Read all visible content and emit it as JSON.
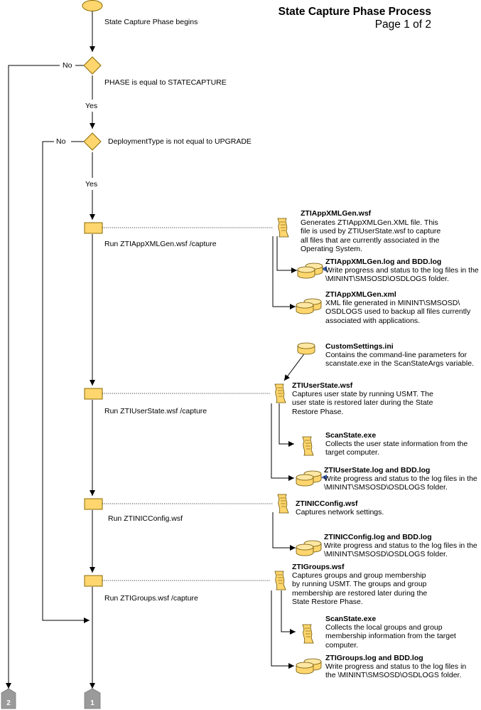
{
  "title": "State Capture Phase Process",
  "subtitle": "Page 1 of 2",
  "start_label": "State Capture Phase begins",
  "decision1": {
    "label": "PHASE is equal to STATECAPTURE",
    "no": "No",
    "yes": "Yes"
  },
  "decision2": {
    "label": "DeploymentType is not equal to UPGRADE",
    "no": "No",
    "yes": "Yes"
  },
  "steps": [
    {
      "label": "Run ZTIAppXMLGen.wsf /capture"
    },
    {
      "label": "Run ZTIUserState.wsf /capture"
    },
    {
      "label": "Run ZTINICConfig.wsf"
    },
    {
      "label": "Run ZTIGroups.wsf /capture"
    }
  ],
  "notes": {
    "appxmlgen_wsf": {
      "title": "ZTIAppXMLGen.wsf",
      "text": "Generates ZTIAppXMLGen.XML file.  This\nfile is used by ZTIUserState.wsf to capture\nall files that are currently associated in the\nOperating System."
    },
    "appxmlgen_log": {
      "title": "ZTIAppXMLGen.log and BDD.log",
      "text": "Write progress and status to the log files in the\n\\MININT\\SMSOSD\\OSDLOGS folder."
    },
    "appxmlgen_xml": {
      "title": "ZTIAppXMLGen.xml",
      "text": "XML file generated in MININT\\SMSOSD\\\nOSDLOGS used to backup all files currently\nassociated with applications."
    },
    "customsettings": {
      "title": "CustomSettings.ini",
      "text": "Contains the command-line parameters for\nscanstate.exe in the ScanStateArgs variable."
    },
    "userstate_wsf": {
      "title": "ZTIUserState.wsf",
      "text": "Captures user state by running USMT. The\nuser state is restored later during the State\nRestore Phase."
    },
    "scanstate1": {
      "title": "ScanState.exe",
      "text": "Collects the user state information from the\ntarget computer."
    },
    "userstate_log": {
      "title": "ZTIUserState.log and BDD.log",
      "text": "Write progress and status to the log files in the\n\\MININT\\SMSOSD\\OSDLOGS folder."
    },
    "nicconfig_wsf": {
      "title": "ZTINICConfig.wsf",
      "text": "Captures network settings."
    },
    "nicconfig_log": {
      "title": "ZTINICConfig.log and BDD.log",
      "text": "Write progress and status to the log files in the\n\\MININT\\SMSOSD\\OSDLOGS folder."
    },
    "groups_wsf": {
      "title": "ZTIGroups.wsf",
      "text": "Captures groups and group membership\nby running USMT. The groups and group\nmembership are restored later during the\nState Restore Phase."
    },
    "scanstate2": {
      "title": "ScanState.exe",
      "text": "Collects the local groups and group\nmembership information from the target\ncomputer."
    },
    "groups_log": {
      "title": "ZTIGroups.log and BDD.log",
      "text": "Write progress and status to the log files in\nthe \\MININT\\SMSOSD\\OSDLOGS folder."
    }
  },
  "connectors": {
    "left": "2",
    "bottom": "1"
  },
  "colors": {
    "fill": "#FFD66E",
    "stroke": "#8A6A00",
    "line": "#000000",
    "connector": "#9A9A9A",
    "arrowhead": "#3B5DA8"
  }
}
